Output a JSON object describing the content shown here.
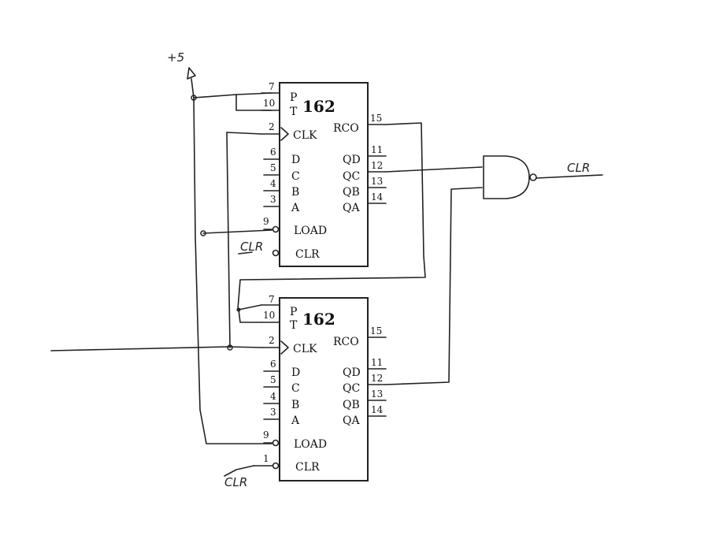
{
  "supply_label": "+5",
  "chip1": {
    "part": "162",
    "p": "P",
    "t": "T",
    "clk": "CLK",
    "rco": "RCO",
    "inputs": [
      "D",
      "C",
      "B",
      "A"
    ],
    "outputs": [
      "QD",
      "QC",
      "QB",
      "QA"
    ],
    "load": "LOAD",
    "clr": "CLR",
    "pins": {
      "p": "7",
      "t": "10",
      "clk": "2",
      "d": "6",
      "c": "5",
      "b": "4",
      "a": "3",
      "load": "9",
      "rco": "15",
      "qd": "11",
      "qc": "12",
      "qb": "13",
      "qa": "14"
    }
  },
  "chip2": {
    "part": "162",
    "p": "P",
    "t": "T",
    "clk": "CLK",
    "rco": "RCO",
    "inputs": [
      "D",
      "C",
      "B",
      "A"
    ],
    "outputs": [
      "QD",
      "QC",
      "QB",
      "QA"
    ],
    "load": "LOAD",
    "clr": "CLR",
    "pins": {
      "p": "7",
      "t": "10",
      "clk": "2",
      "d": "6",
      "c": "5",
      "b": "4",
      "a": "3",
      "load": "9",
      "clr": "1",
      "rco": "15",
      "qd": "11",
      "qc": "12",
      "qb": "13",
      "qa": "14"
    }
  },
  "nand_output_label": "CLR",
  "clr_label_1": "CLR",
  "clr_label_2": "CLR"
}
